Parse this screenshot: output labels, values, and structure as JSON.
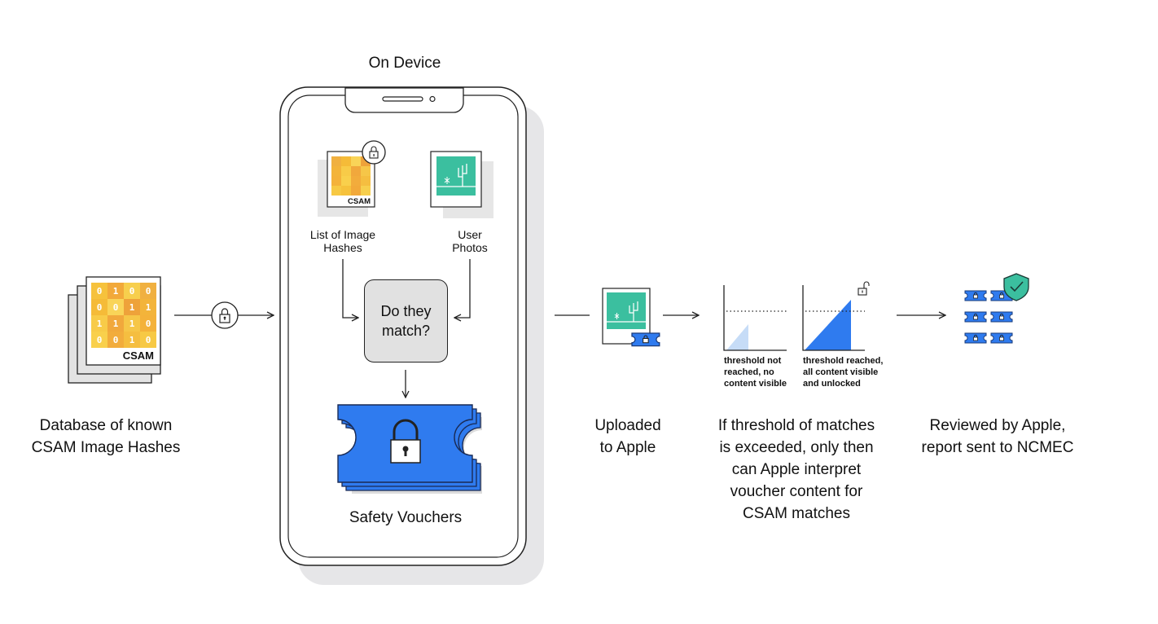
{
  "diagram": {
    "section_title": "On Device",
    "database": {
      "label": "Database of known\nCSAM Image Hashes",
      "card_caption": "CSAM",
      "bits": [
        [
          "0",
          "1",
          "0",
          "0"
        ],
        [
          "0",
          "0",
          "1",
          "1"
        ],
        [
          "1",
          "1",
          "1",
          "0"
        ],
        [
          "0",
          "0",
          "1",
          "0"
        ]
      ]
    },
    "hash_list": {
      "label": "List of Image\nHashes",
      "card_caption": "CSAM"
    },
    "user_photos": {
      "label": "User\nPhotos"
    },
    "match_box": {
      "label": "Do they\nmatch?"
    },
    "vouchers": {
      "label": "Safety Vouchers"
    },
    "upload": {
      "label": "Uploaded\nto Apple"
    },
    "threshold": {
      "label": "If threshold of matches\nis exceeded, only then\ncan Apple interpret\nvoucher content for\nCSAM matches",
      "not_reached": "threshold not\nreached, no\ncontent visible",
      "reached": "threshold reached,\nall content visible\nand unlocked"
    },
    "review": {
      "label": "Reviewed by Apple,\nreport sent to NCMEC"
    },
    "colors": {
      "blue": "#2f7bef",
      "teal": "#3bbf9f",
      "gold": "#f4b52e",
      "light_blue": "#c6dcf7",
      "gray": "#e1e1e1"
    }
  }
}
